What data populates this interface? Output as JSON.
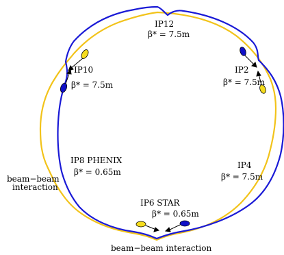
{
  "colors": {
    "blue_ring": "#1a1ad6",
    "yellow_ring": "#f2c31a",
    "beam_blue": "#1010c8",
    "beam_yellow": "#f5dc1e",
    "text": "#000000"
  },
  "labels": {
    "ip12_name": "IP12",
    "ip12_beta": "β* = 7.5m",
    "ip2_name": "IP2",
    "ip2_beta": "β* = 7.5m",
    "ip10_name": "IP10",
    "ip10_beta": "β* = 7.5m",
    "ip8_name": "IP8 PHENIX",
    "ip8_beta": "β* = 0.65m",
    "ip4_name": "IP4",
    "ip4_beta": "β* = 7.5m",
    "ip6_name": "IP6 STAR",
    "ip6_beta": "β* = 0.65m",
    "bb_left_line1": "beam−beam",
    "bb_left_line2": "interaction",
    "bb_bottom": "beam−beam interaction"
  }
}
